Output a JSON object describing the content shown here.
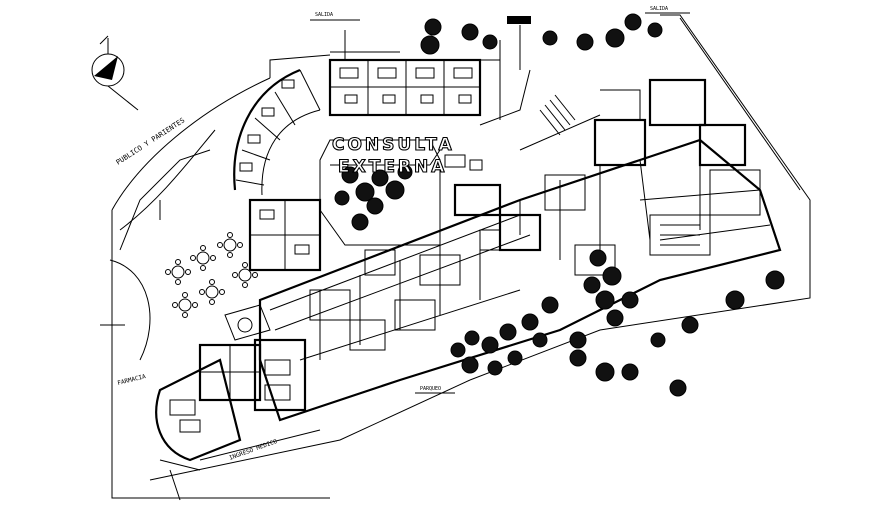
{
  "title": {
    "line1": "CONSULTA",
    "line2": "EXTERNA"
  },
  "labels": {
    "publico_y_parientes": "PUBLICO Y PARIENTES",
    "farmacia": "FARMACIA",
    "ingreso_medico": "INGRESO MEDICO",
    "salida_top": "SALIDA",
    "salida_right": "SALIDA",
    "parqueo": "PARQUEO"
  },
  "colors": {
    "line": "#000000",
    "background": "#ffffff",
    "tree": "#111111"
  },
  "icons": {
    "north_arrow": "north-arrow-icon"
  }
}
